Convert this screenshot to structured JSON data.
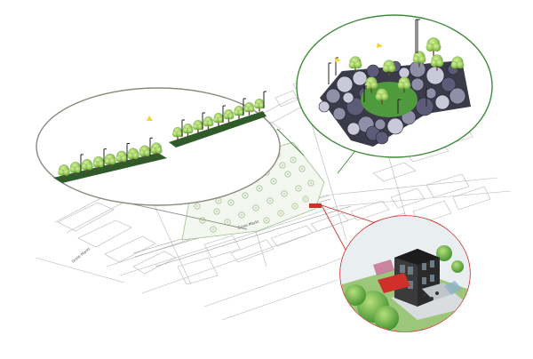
{
  "labels": {
    "street_left": "Grote Markt",
    "street_center": "Grote Markt"
  },
  "colors": {
    "ellipse_trees": "#8a8a7e",
    "ellipse_plaza": "#3f8a3a",
    "ellipse_building": "#c8302d",
    "map_lines": "#b5b5b5",
    "map_green": "#9ab98e",
    "foliage": "#8fc85a",
    "grass": "#4f9a3c",
    "building": "#2a2a2a",
    "accent_red": "#d0302a"
  },
  "callouts": [
    {
      "name": "tree-row-callout",
      "color": "ellipse_trees"
    },
    {
      "name": "plaza-callout",
      "color": "ellipse_plaza"
    },
    {
      "name": "building-callout",
      "color": "ellipse_building"
    }
  ]
}
